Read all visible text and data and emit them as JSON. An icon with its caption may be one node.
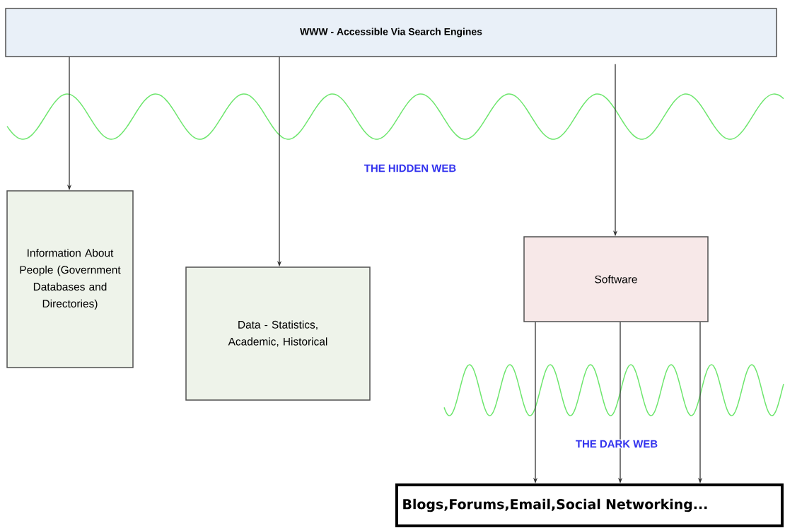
{
  "diagram": {
    "nodes": [
      {
        "text": [
          "WWW - Accessible Via Search Engines"
        ]
      },
      {
        "text": [
          "Information About People (Government Databases and Directories)"
        ]
      },
      {
        "text": [
          "Data - Statistics, Academic, Historical"
        ]
      },
      {
        "text": [
          "Software"
        ]
      },
      {
        "text": [
          "Blogs,Forums,Email,Social Networking..."
        ]
      }
    ],
    "edges": [
      {
        "from": 0,
        "to": 1,
        "arrow": "to"
      },
      {
        "from": 0,
        "to": 2,
        "arrow": "to"
      },
      {
        "from": 0,
        "to": 3,
        "arrow": "to"
      },
      {
        "from": 3,
        "to": 4,
        "arrow": "to"
      },
      {
        "from": 3,
        "to": 4,
        "arrow": "to"
      },
      {
        "from": 3,
        "to": 4,
        "arrow": "to"
      }
    ],
    "labels": [
      "THE HIDDEN WEB",
      "THE DARK WEB"
    ]
  }
}
